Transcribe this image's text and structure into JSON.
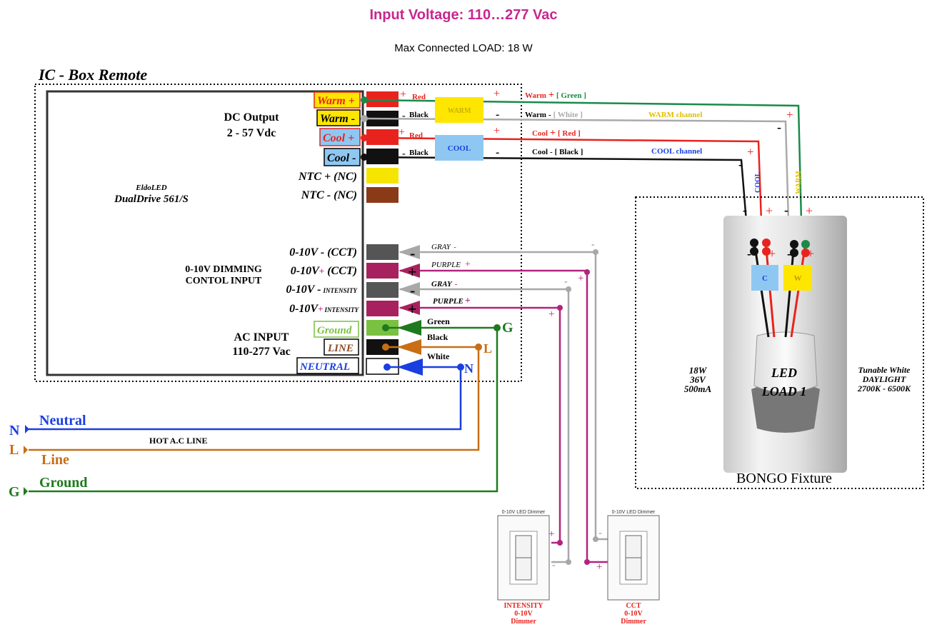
{
  "header": {
    "title": "Input Voltage: 110…277 Vac",
    "subtitle": "Max Connected LOAD: 18 W"
  },
  "colors": {
    "title": "#c8278f",
    "green_wire": "#1a8a4a",
    "ground_wire": "#1e7a1e",
    "white_wire": "#aaaaaa",
    "red_wire": "#e8231e",
    "black_wire": "#111111",
    "neutral_wire": "#1a3fe0",
    "line_wire": "#c86e14",
    "purple_wire": "#b3237e",
    "gray_wire": "#a8a8a8",
    "warm_box": "#ffe600",
    "cool_box": "#8ec8f2"
  },
  "icbox": {
    "title": "IC - Box Remote",
    "driver_brand": "EldoLED",
    "driver_model": "DualDrive 561/S",
    "dc_output_title": "DC Output",
    "dc_output_range": "2 - 57 Vdc",
    "terminals": {
      "warm_plus": "Warm +",
      "warm_minus": "Warm -",
      "cool_plus": "Cool +",
      "cool_minus": "Cool -",
      "ntc_plus": "NTC + (NC)",
      "ntc_minus": "NTC - (NC)",
      "dim_cct_minus": "0-10V - (CCT)",
      "dim_cct_plus_a": "0-10V",
      "dim_cct_plus_b": "+",
      "dim_cct_plus_c": " (CCT)",
      "dim_int_minus_a": "0-10V -",
      "dim_int_minus_b": "INTENSITY",
      "dim_int_plus_a": "0-10V",
      "dim_int_plus_b": "+",
      "dim_int_plus_c": "INTENSITY",
      "ground": "Ground",
      "line": "LINE",
      "neutral": "NEUTRAL"
    },
    "dimming_title_1": "0-10V DIMMING",
    "dimming_title_2": "CONTOL INPUT",
    "ac_title": "AC INPUT",
    "ac_range": "110-277 Vac"
  },
  "outputs": {
    "red_1": "Red",
    "black_1": "Black",
    "red_2": "Red",
    "black_2": "Black",
    "warm_box": "WARM",
    "cool_box": "COOL",
    "warm_plus_text": "Warm",
    "warm_plus_color": "[ Green ]",
    "warm_minus_text": "Warm",
    "warm_minus_color": "[ White ]",
    "cool_plus_text": "Cool",
    "cool_plus_color": "[ Red ]",
    "cool_minus_text": "Cool",
    "cool_minus_color": "[ Black ]",
    "warm_channel": "WARM channel",
    "cool_channel": "COOL channel",
    "vert_cool": "COOL",
    "vert_warm": "WARM",
    "plus": "+",
    "minus": "-"
  },
  "dim_wires": {
    "gray_1": "GRAY",
    "purple_1": "PURPLE",
    "gray_2": "GRAY",
    "purple_2": "PURPLE",
    "plus": "+",
    "minus": "-"
  },
  "ac_wires": {
    "green": "Green",
    "black": "Black",
    "white": "White",
    "g_label": "G",
    "l_label": "L",
    "n_label": "N",
    "neutral": "Neutral",
    "hot_line": "HOT A.C LINE",
    "line": "Line",
    "ground": "Ground",
    "n_in": "N",
    "l_in": "L",
    "g_in": "G"
  },
  "fixture": {
    "title": "BONGO Fixture",
    "c_label": "C",
    "w_label": "W",
    "led_1": "LED",
    "led_2": "LOAD 1",
    "spec_1": "18W",
    "spec_2": "36V",
    "spec_3": "500mA",
    "desc_1": "Tunable White",
    "desc_2": "DAYLIGHT",
    "desc_3": "2700K - 6500K"
  },
  "dimmers": {
    "header": "0-10V LED Dimmer",
    "intensity_1": "INTENSITY",
    "intensity_2": "0-10V",
    "intensity_3": "Dimmer",
    "cct_1": "CCT",
    "cct_2": "0-10V",
    "cct_3": "Dimmer"
  }
}
